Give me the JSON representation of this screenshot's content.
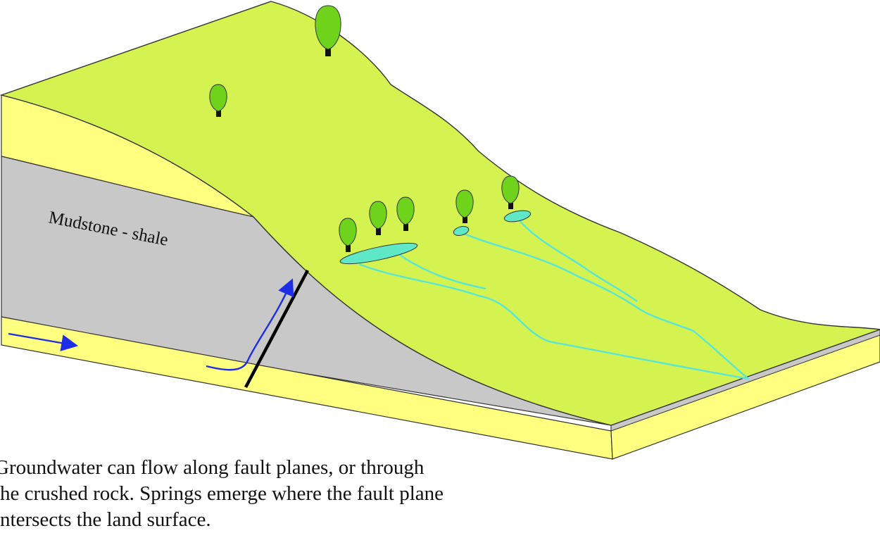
{
  "labels": {
    "layer": "Mudstone - shale"
  },
  "caption": {
    "lines": [
      "Groundwater can flow along fault planes, or through",
      "the crushed rock.  Springs emerge where the fault plane",
      "intersects the land surface."
    ]
  },
  "colors": {
    "land_surface": "#d4f250",
    "sandstone": "#ffff80",
    "mudstone": "#c8c8c8",
    "tree_canopy": "#6fd31c",
    "tree_trunk": "#111111",
    "spring_pool": "#5fe8c8",
    "stream": "#58e6d6",
    "flow_arrow": "#1f2ee6",
    "fault": "#000000",
    "outline": "#333333"
  },
  "icons": {
    "tree": "tree-icon",
    "spring": "spring-pool",
    "flow": "arrow-right-icon"
  }
}
